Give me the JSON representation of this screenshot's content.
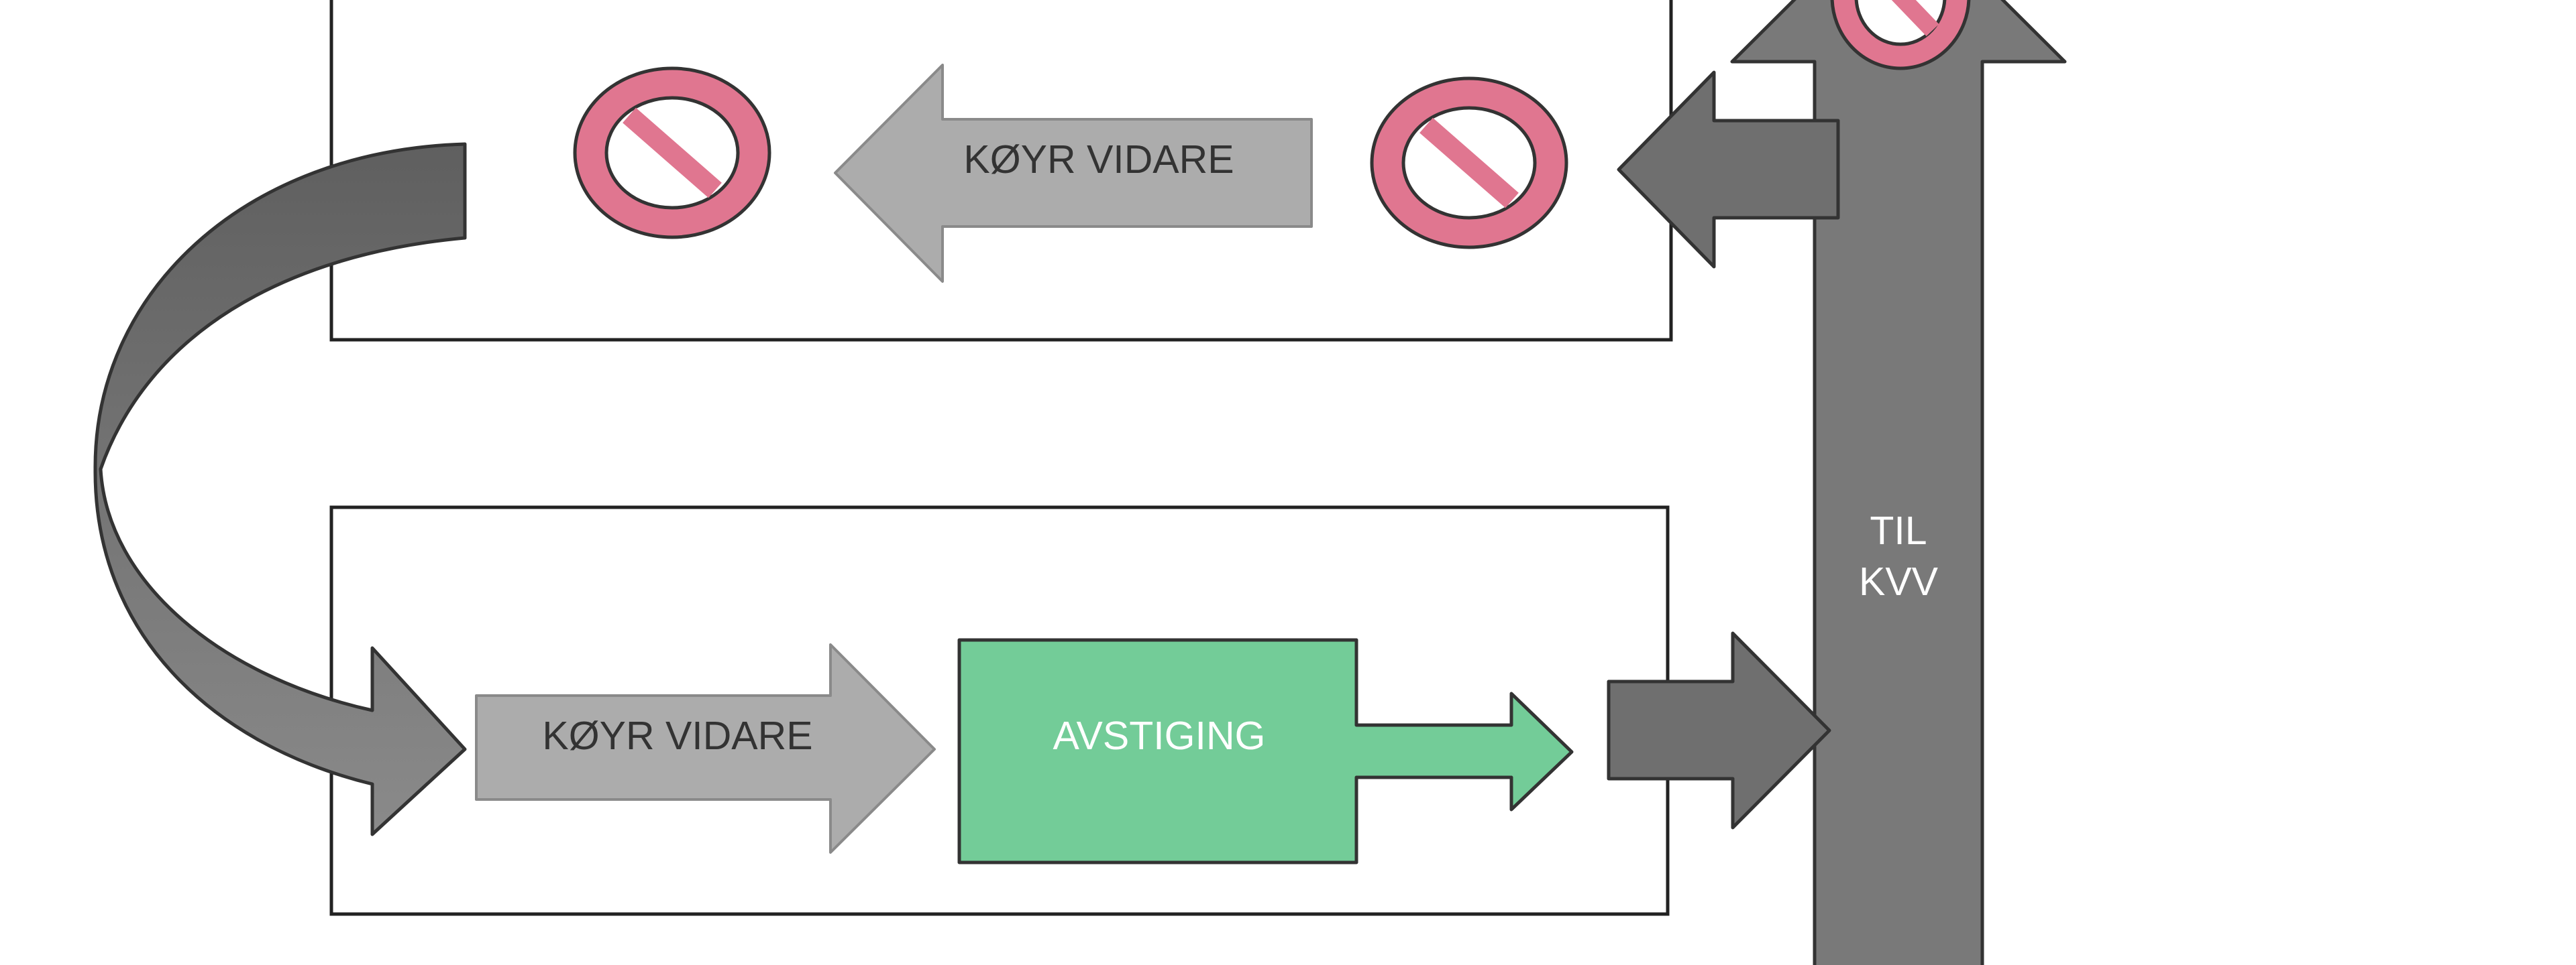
{
  "labels": {
    "top_arrow": "KØYR VIDARE",
    "bottom_arrow": "KØYR VIDARE",
    "green_box": "AVSTIGING",
    "vertical_arrow_line1": "TIL",
    "vertical_arrow_line2": "KVV"
  },
  "icons": {
    "no_entry": "no-entry-icon"
  },
  "colors": {
    "dark_gray": "#6f6f6f",
    "light_gray": "#acacac",
    "green": "#73cc98",
    "no_entry_pink": "#e07690",
    "outline": "#333333"
  }
}
